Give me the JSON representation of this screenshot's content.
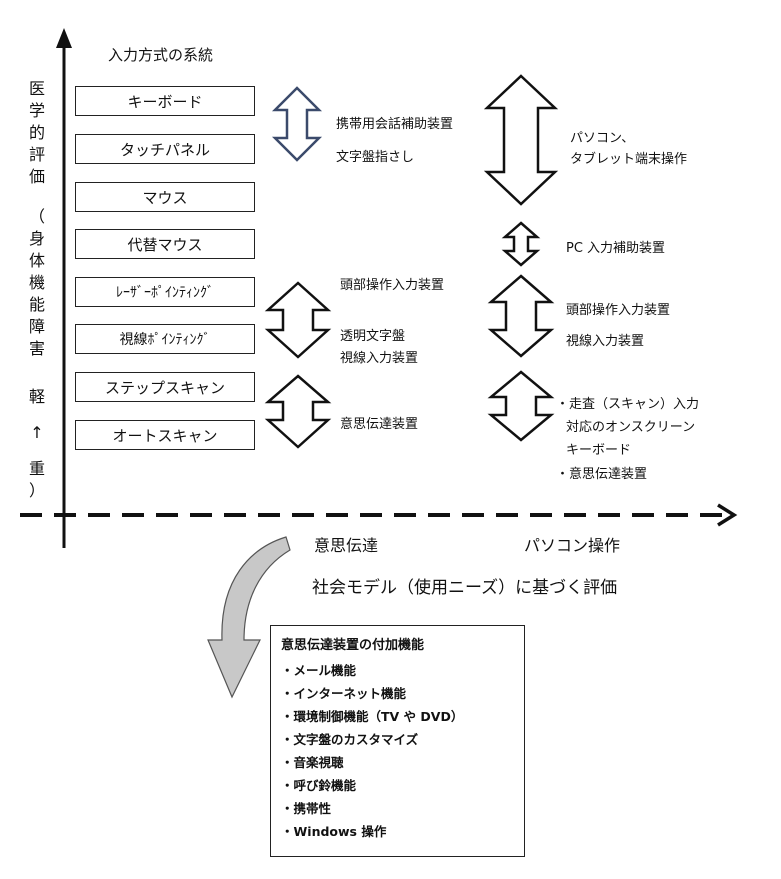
{
  "top_title": "入力方式の系統",
  "vertical_title": [
    "医",
    "学",
    "的",
    "評",
    "価",
    "（",
    "身",
    "体",
    "機",
    "能",
    "障",
    "害",
    "軽",
    "↑",
    "重",
    "）"
  ],
  "input_methods": [
    "キーボード",
    "タッチパネル",
    "マウス",
    "代替マウス",
    "ﾚｰｻﾞｰﾎﾟｲﾝﾃｨﾝｸﾞ",
    "視線ﾎﾟｲﾝﾃｨﾝｸﾞ",
    "ステップスキャン",
    "オートスキャン"
  ],
  "comm_labels": {
    "group1": [
      "携帯用会話補助装置",
      "文字盤指さし"
    ],
    "group2_top": "頭部操作入力装置",
    "group2_bottom": [
      "透明文字盤",
      "視線入力装置"
    ],
    "group3": "意思伝達装置"
  },
  "pc_labels": {
    "group1": [
      "パソコン、",
      "タブレット端末操作"
    ],
    "group2": "PC 入力補助装置",
    "group3": [
      "頭部操作入力装置",
      "視線入力装置"
    ],
    "group4": [
      "・走査（スキャン）入力",
      "対応のオンスクリーン",
      "キーボード",
      "・意思伝達装置"
    ]
  },
  "x_axis": {
    "left": "意思伝達",
    "right": "パソコン操作",
    "caption": "社会モデル（使用ニーズ）に基づく評価"
  },
  "features_panel": {
    "title": "意思伝達装置の付加機能",
    "items": [
      "・メール機能",
      "・インターネット機能",
      "・環境制御機能（TV や DVD）",
      "・文字盤のカスタマイズ",
      "・音楽視聴",
      "・呼び鈴機能",
      "・携帯性",
      "・Windows 操作"
    ]
  },
  "colors": {
    "navy_arrow": "#3b4a6b",
    "line": "#111111",
    "curved_arrow_fill": "#c8c8c8"
  }
}
